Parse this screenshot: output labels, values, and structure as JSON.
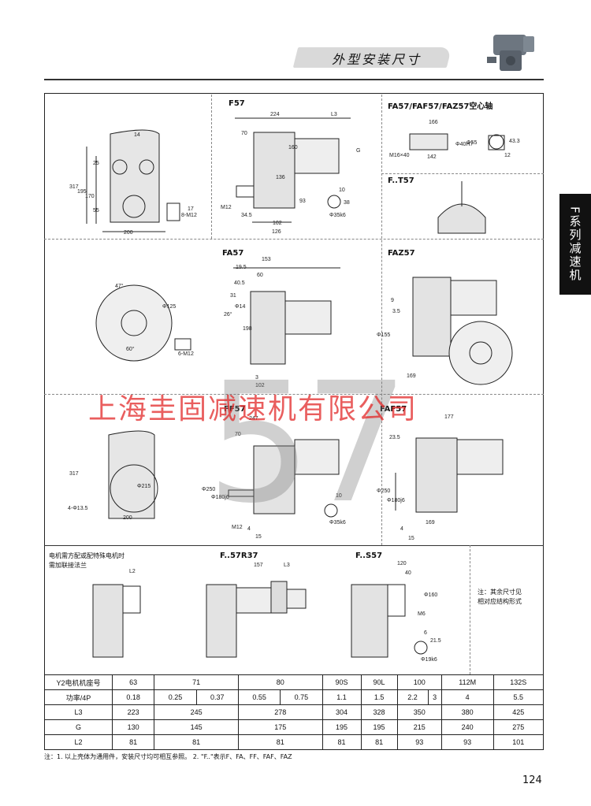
{
  "header": {
    "title": "外型安装尺寸"
  },
  "side_tab": "F系列减速机",
  "watermark": {
    "number": "57",
    "company": "上海圭固减速机有限公司"
  },
  "sections": {
    "f57": "F57",
    "fa57_hollow": "FA57/FAF57/FAZ57空心轴",
    "ft57": "F..T57",
    "fa57": "FA57",
    "faz57": "FAZ57",
    "ff57": "FF57",
    "faf57": "FAF57",
    "flange_note": "电机需方配或配特殊电机时\n需加联接法兰",
    "f57r37": "F..57R37",
    "fs57": "F..S57",
    "side_note": "注：其余尺寸见\n相对应结构形式"
  },
  "dims": {
    "d224": "224",
    "dL3a": "L3",
    "d70": "70",
    "d14": "14",
    "d25": "25",
    "d317": "317",
    "d195": "195",
    "d170": "170",
    "d55": "55",
    "d200": "200",
    "d160a": "160",
    "d136": "136",
    "dM12": "M12",
    "d34_5": "34.5",
    "d93": "93",
    "d102": "102",
    "d126": "126",
    "dG": "G",
    "d10": "10",
    "d38": "38",
    "d35k6": "Φ35k6",
    "d8M12": "8-M12",
    "d17": "17",
    "d166": "166",
    "d142": "142",
    "dM16x40": "M16×40",
    "d40H7": "Φ40H7",
    "d55b": "Φ55",
    "d43_3": "43.3",
    "d12": "12",
    "d153": "153",
    "d19_5": "19.5",
    "d60": "60",
    "d40_5": "40.5",
    "d31": "31",
    "d14b": "Φ14",
    "d198": "198",
    "d125": "Φ125",
    "d47": "47°",
    "d60deg": "60°",
    "d6M12": "6-M12",
    "d3": "3",
    "d169": "169",
    "d177": "177",
    "d23_5": "23.5",
    "d250": "Φ250",
    "d180j6": "Φ180j6",
    "d215": "Φ215",
    "d4_13_5": "4-Φ13.5",
    "d247": "247",
    "d4": "4",
    "d15": "15",
    "dL2": "L2",
    "d157": "157",
    "d120": "120",
    "d40": "40",
    "dM6": "M6",
    "d6": "6",
    "d21_5": "21.5",
    "d19k6": "Φ19k6",
    "d160b": "Φ160",
    "d9": "9",
    "d3_5": "3.5",
    "d155": "Φ155",
    "d3_5b": "3.5",
    "d26": "26°"
  },
  "table": {
    "rows": [
      {
        "head": "Y2电机机座号",
        "cells": [
          [
            "63"
          ],
          [
            "71"
          ],
          [
            "80"
          ],
          [
            "90S"
          ],
          [
            "90L"
          ],
          [
            "100"
          ],
          [
            "112M"
          ],
          [
            "132S"
          ]
        ]
      },
      {
        "head": "功率/4P",
        "cells": [
          [
            "0.18"
          ],
          [
            "0.25",
            "0.37"
          ],
          [
            "0.55",
            "0.75"
          ],
          [
            "1.1"
          ],
          [
            "1.5"
          ],
          [
            "2.2",
            "3"
          ],
          [
            "4"
          ],
          [
            "5.5"
          ]
        ]
      },
      {
        "head": "L3",
        "cells": [
          [
            "223"
          ],
          [
            "245"
          ],
          [
            "278"
          ],
          [
            "304"
          ],
          [
            "328"
          ],
          [
            "350"
          ],
          [
            "380"
          ],
          [
            "425"
          ]
        ]
      },
      {
        "head": "G",
        "cells": [
          [
            "130"
          ],
          [
            "145"
          ],
          [
            "175"
          ],
          [
            "195"
          ],
          [
            "195"
          ],
          [
            "215"
          ],
          [
            "240"
          ],
          [
            "275"
          ]
        ]
      },
      {
        "head": "L2",
        "cells": [
          [
            "81"
          ],
          [
            "81"
          ],
          [
            "81"
          ],
          [
            "81"
          ],
          [
            "81"
          ],
          [
            "93"
          ],
          [
            "93"
          ],
          [
            "101"
          ]
        ]
      }
    ]
  },
  "footnote": "注：1. 以上壳体为通用件，安装尺寸均可相互参照。   2. \"F..\"表示F、FA、FF、FAF、FAZ",
  "page_number": "124"
}
